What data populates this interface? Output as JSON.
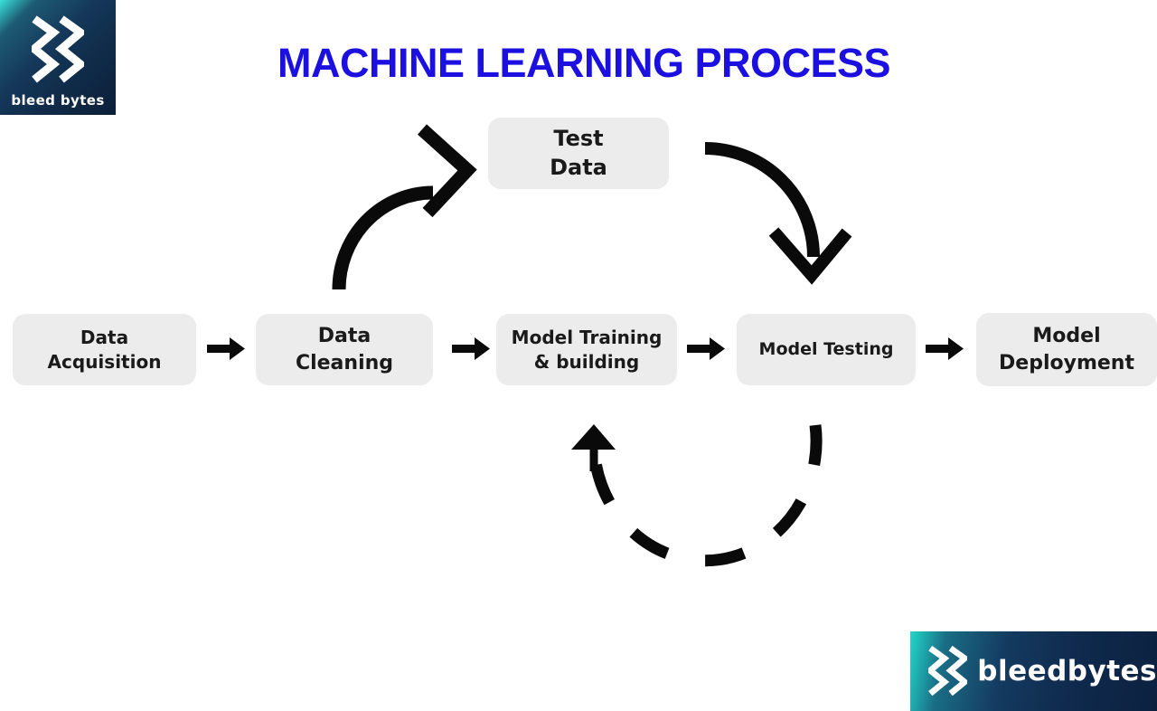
{
  "title": "MACHINE LEARNING PROCESS",
  "brand": {
    "logo_text_small": "bleed bytes",
    "logo_text_large": "bleedbytes",
    "logo_icon": "double-zigzag-bolts"
  },
  "diagram": {
    "test_data": {
      "lines": [
        "Test",
        "Data"
      ]
    },
    "steps": [
      {
        "id": "data-acquisition",
        "lines": [
          "Data",
          "Acquisition"
        ]
      },
      {
        "id": "data-cleaning",
        "lines": [
          "Data",
          "Cleaning"
        ]
      },
      {
        "id": "model-training-building",
        "lines": [
          "Model Training",
          "& building"
        ]
      },
      {
        "id": "model-testing",
        "lines": [
          "Model Testing"
        ]
      },
      {
        "id": "model-deployment",
        "lines": [
          "Model",
          "Deployment"
        ]
      }
    ],
    "connections": [
      "data-acquisition -> data-cleaning",
      "data-cleaning -> model-training-building",
      "model-training-building -> model-testing",
      "model-testing -> model-deployment",
      "data-cleaning -> test-data (curved)",
      "test-data -> model-testing (curved)",
      "model-testing -> model-training-building (dashed feedback loop)"
    ]
  },
  "colors": {
    "title_blue": "#1b10e0",
    "box_fill": "#ececec",
    "box_text": "#1a1a1a",
    "arrow_black": "#0a0a0a",
    "logo_teal": "#2ad8cf",
    "logo_navy": "#0c2140",
    "background": "#ffffff"
  }
}
